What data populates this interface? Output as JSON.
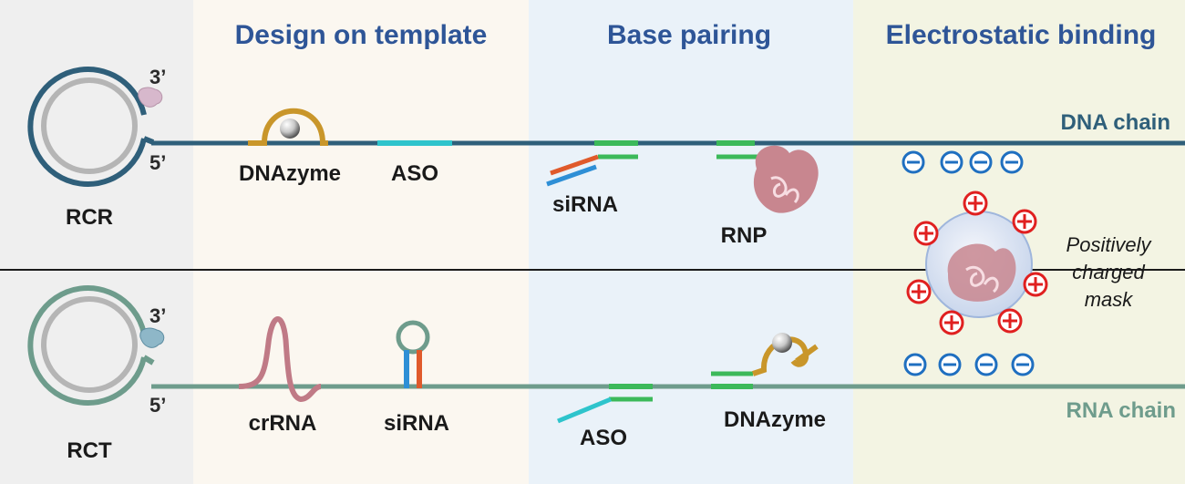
{
  "headers": {
    "design": "Design on template",
    "base": "Base pairing",
    "electro": "Electrostatic binding"
  },
  "chains": {
    "dna_label": "DNA chain",
    "rna_label": "RNA chain",
    "dna_color": "#2f5f7a",
    "rna_color": "#6e9c8c"
  },
  "top": {
    "circle_label": "RCR",
    "end3": "3’",
    "end5": "5’",
    "dnazyme": "DNAzyme",
    "aso": "ASO",
    "sirna": "siRNA",
    "rnp": "RNP"
  },
  "bottom": {
    "circle_label": "RCT",
    "end3": "3’",
    "end5": "5’",
    "crrna": "crRNA",
    "sirna": "siRNA",
    "aso": "ASO",
    "dnazyme": "DNAzyme"
  },
  "mask": {
    "line1": "Positively",
    "line2": "charged",
    "line3": "mask"
  },
  "colors": {
    "header": "#2e5597",
    "green_strand": "#3cb95a",
    "cyan_strand": "#2ec4cc",
    "orange_strand": "#e05a2b",
    "blue_strand": "#2e8fd6",
    "gold_strand": "#c9962a",
    "pink_strand": "#c07a86",
    "plus": "#e02020",
    "minus": "#1f6fc0"
  }
}
